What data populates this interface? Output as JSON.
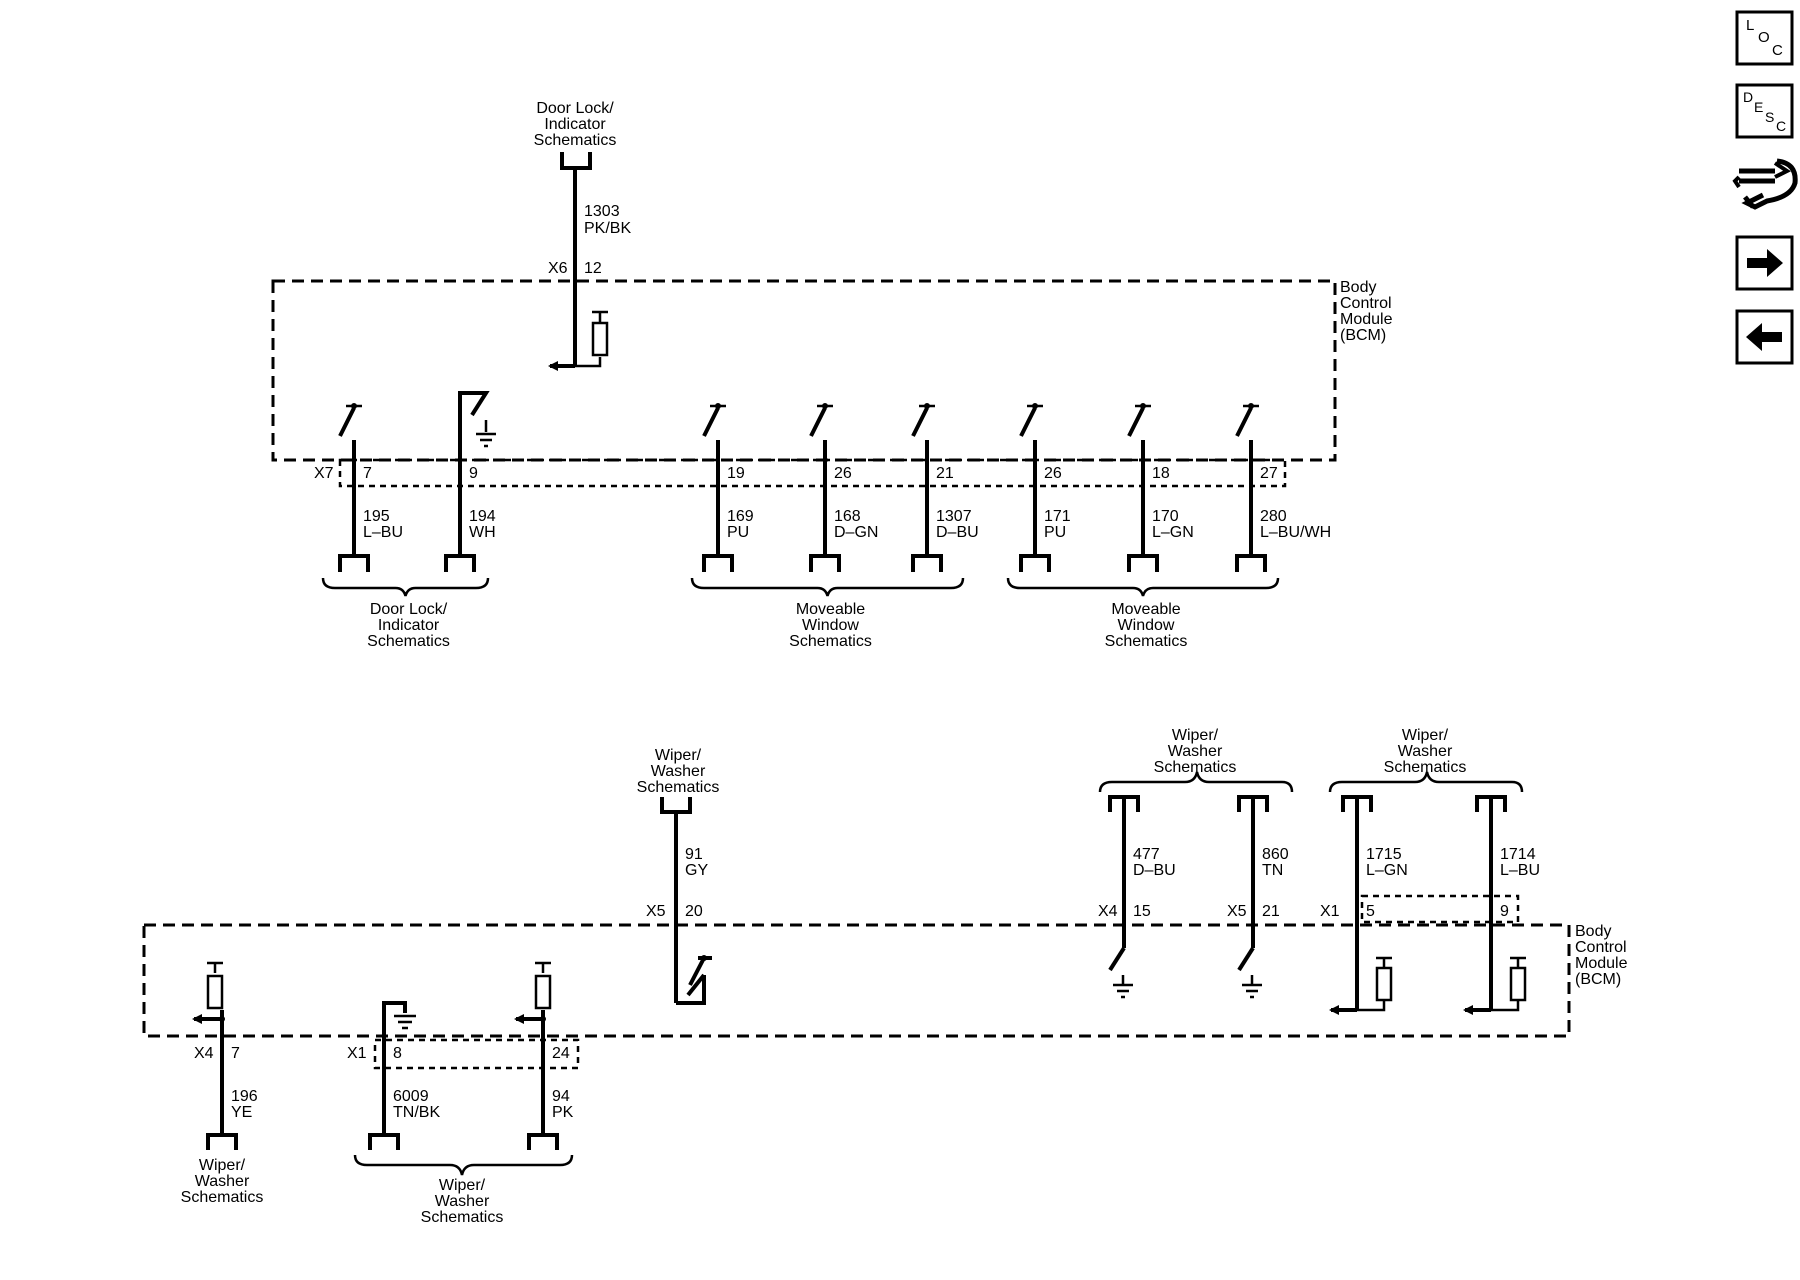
{
  "top": {
    "bcm_label": [
      "Body",
      "Control",
      "Module",
      "(BCM)"
    ],
    "input": {
      "heading": [
        "Door Lock/",
        "Indicator",
        "Schematics"
      ],
      "circuit": "1303",
      "color": "PK/BK",
      "connector": "X6",
      "pin": "12"
    },
    "connector_x7": "X7",
    "outputs": [
      {
        "pin": "7",
        "circuit": "195",
        "color": "L–BU"
      },
      {
        "pin": "9",
        "circuit": "194",
        "color": "WH"
      },
      {
        "pin": "19",
        "circuit": "169",
        "color": "PU"
      },
      {
        "pin": "26",
        "circuit": "168",
        "color": "D–GN"
      },
      {
        "pin": "21",
        "circuit": "1307",
        "color": "D–BU"
      },
      {
        "pin": "26",
        "circuit": "171",
        "color": "PU"
      },
      {
        "pin": "18",
        "circuit": "170",
        "color": "L–GN"
      },
      {
        "pin": "27",
        "circuit": "280",
        "color": "L–BU/WH"
      }
    ],
    "groups": [
      {
        "lines": [
          "Door Lock/",
          "Indicator",
          "Schematics"
        ]
      },
      {
        "lines": [
          "Moveable",
          "Window",
          "Schematics"
        ]
      },
      {
        "lines": [
          "Moveable",
          "Window",
          "Schematics"
        ]
      }
    ]
  },
  "bottom": {
    "bcm_label": [
      "Body",
      "Control",
      "Module",
      "(BCM)"
    ],
    "gy_input": {
      "heading": [
        "Wiper/",
        "Washer",
        "Schematics"
      ],
      "circuit": "91",
      "color": "GY",
      "connector": "X5",
      "pin": "20"
    },
    "ww_group_a": {
      "heading": [
        "Wiper/",
        "Washer",
        "Schematics"
      ],
      "wires": [
        {
          "circuit": "477",
          "color": "D–BU",
          "connector": "X4",
          "pin": "15"
        },
        {
          "circuit": "860",
          "color": "TN",
          "connector": "X5",
          "pin": "21"
        }
      ]
    },
    "ww_group_b": {
      "heading": [
        "Wiper/",
        "Washer",
        "Schematics"
      ],
      "connector": "X1",
      "wires": [
        {
          "circuit": "1715",
          "color": "L–GN",
          "pin": "5"
        },
        {
          "circuit": "1714",
          "color": "L–BU",
          "pin": "9"
        }
      ]
    },
    "left_out": {
      "connector": "X4",
      "pin": "7",
      "circuit": "196",
      "color": "YE",
      "footer": [
        "Wiper/",
        "Washer",
        "Schematics"
      ]
    },
    "x1_outputs": {
      "connector": "X1",
      "wires": [
        {
          "pin": "8",
          "circuit": "6009",
          "color": "TN/BK"
        },
        {
          "pin": "24",
          "circuit": "94",
          "color": "PK"
        }
      ],
      "footer": [
        "Wiper/",
        "Washer",
        "Schematics"
      ]
    }
  },
  "nav": {
    "loc": [
      "L",
      "O",
      "C"
    ],
    "desc": [
      "D",
      "E",
      "S",
      "C"
    ],
    "buttons": [
      "loc-icon",
      "desc-icon",
      "connector-end-view-icon",
      "arrow-right-icon",
      "arrow-left-icon"
    ]
  }
}
